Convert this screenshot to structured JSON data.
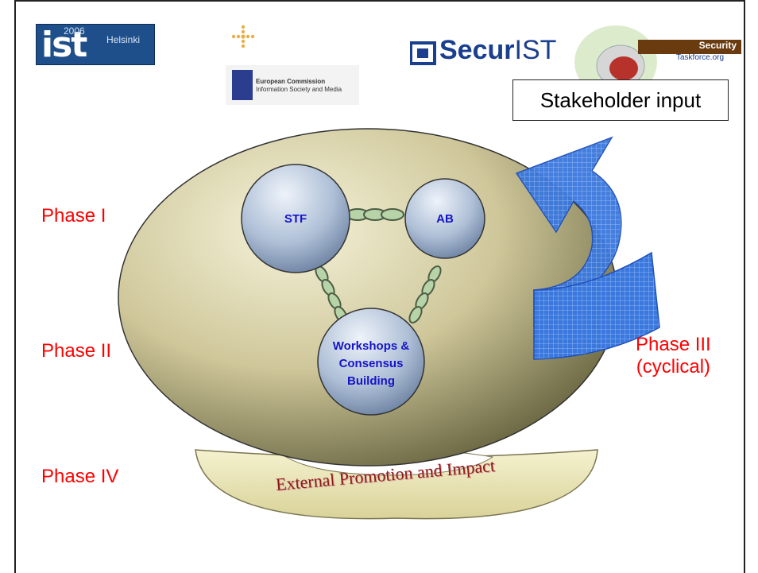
{
  "logos": {
    "ist": {
      "year": "2006",
      "big": "ist",
      "city": "Helsinki"
    },
    "ec": {
      "line1": "European Commission",
      "line2": "Information Society and Media"
    },
    "securist": {
      "bold": "Secur",
      "rest": "IST"
    },
    "security_taskforce": {
      "top": "Security",
      "bottom": "Taskforce.org"
    }
  },
  "stakeholder_input": "Stakeholder input",
  "phases": {
    "p1": "Phase I",
    "p2": "Phase II",
    "p3_line1": "Phase III",
    "p3_line2": "(cyclical)",
    "p4": "Phase IV"
  },
  "nodes": {
    "stf": "STF",
    "ab": "AB",
    "workshops_line1": "Workshops &",
    "workshops_line2": "Consensus",
    "workshops_line3": "Building"
  },
  "external_promotion": "External Promotion and Impact",
  "colors": {
    "phase_text": "#ff0000",
    "node_text": "#1515c8",
    "arrow": "#2f6ad6",
    "ellipse_light": "#f1efd2",
    "ellipse_dark": "#6e6a44"
  }
}
